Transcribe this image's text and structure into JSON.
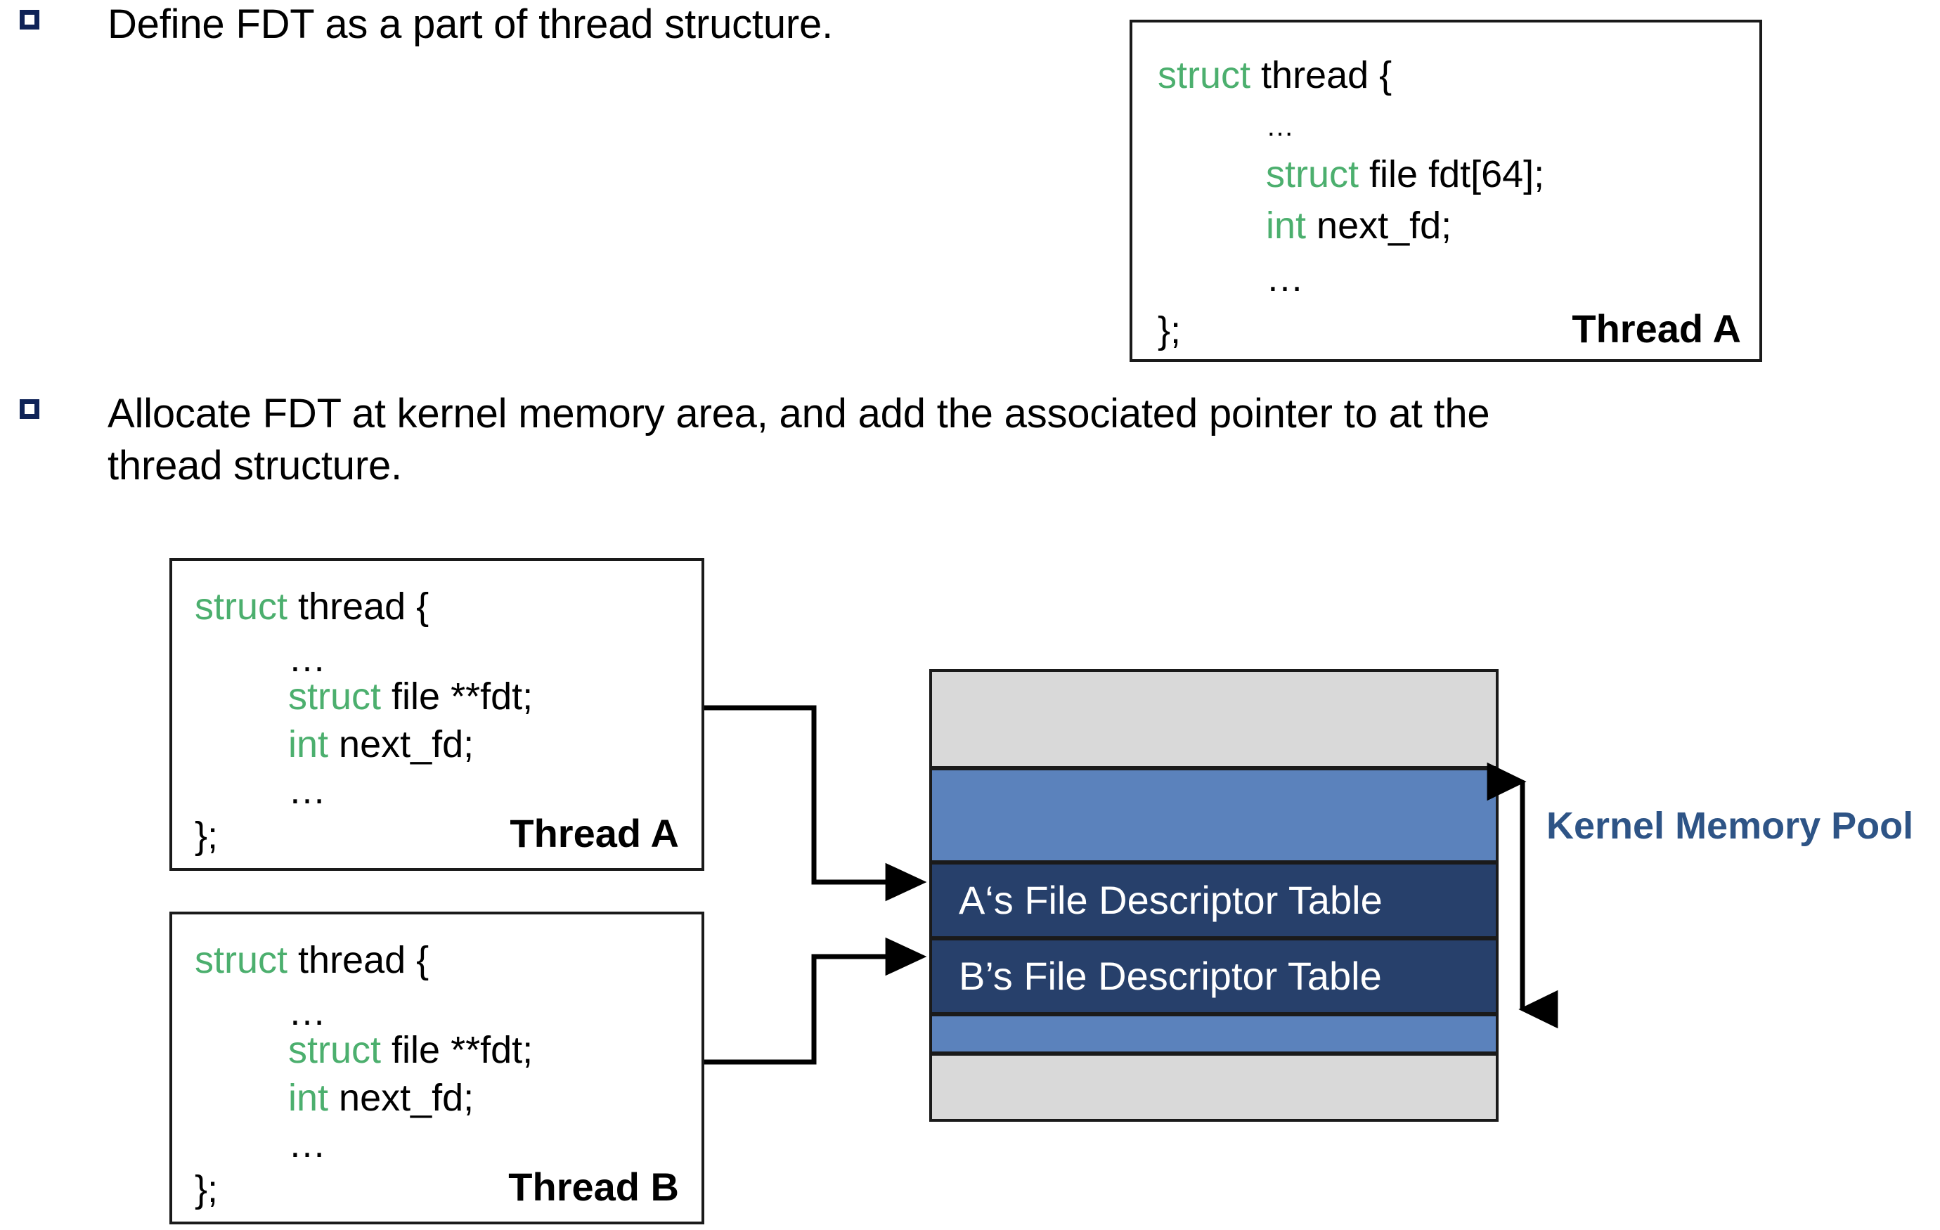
{
  "bullets": [
    {
      "text": "Define FDT as a part of thread structure."
    },
    {
      "text": "Allocate FDT at kernel memory area, and add the associated pointer to at the\nthread structure."
    }
  ],
  "code_boxes": [
    {
      "id": "thread-a-top",
      "label": "Thread A",
      "lines": [
        {
          "kw": "struct",
          "rest": " thread {"
        },
        {
          "kw": "",
          "rest": "…"
        },
        {
          "kw": "struct",
          "rest": " file fdt[64];"
        },
        {
          "kw": "int",
          "rest": " next_fd;"
        },
        {
          "kw": "",
          "rest": "…"
        },
        {
          "kw": "",
          "rest": "};"
        }
      ]
    },
    {
      "id": "thread-a-bottom",
      "label": "Thread A",
      "lines": [
        {
          "kw": "struct",
          "rest": " thread {"
        },
        {
          "kw": "",
          "rest": "…"
        },
        {
          "kw": "struct",
          "rest": " file **fdt;"
        },
        {
          "kw": "int",
          "rest": " next_fd;"
        },
        {
          "kw": "",
          "rest": "…"
        },
        {
          "kw": "",
          "rest": "};"
        }
      ]
    },
    {
      "id": "thread-b-bottom",
      "label": "Thread B",
      "lines": [
        {
          "kw": "struct",
          "rest": " thread {"
        },
        {
          "kw": "",
          "rest": "…"
        },
        {
          "kw": "struct",
          "rest": " file **fdt;"
        },
        {
          "kw": "int",
          "rest": " next_fd;"
        },
        {
          "kw": "",
          "rest": "…"
        },
        {
          "kw": "",
          "rest": "};"
        }
      ]
    }
  ],
  "memory_pool": {
    "title": "Kernel Memory Pool",
    "bands": [
      {
        "label": "",
        "fill": "#D9D9D9"
      },
      {
        "label": "",
        "fill": "#5B82BC"
      },
      {
        "label": "A‘s File Descriptor Table",
        "fill": "#27406B"
      },
      {
        "label": "B’s File Descriptor Table",
        "fill": "#27406B"
      },
      {
        "label": "",
        "fill": "#5B82BC"
      },
      {
        "label": "",
        "fill": "#D9D9D9"
      }
    ]
  },
  "colors": {
    "keyword_green": "#4CAF6E",
    "bullet_navy": "#0f2357",
    "pool_title_blue": "#2E5486",
    "band_gray": "#D9D9D9",
    "band_blue": "#5B82BC",
    "band_navy": "#27406B",
    "outline": "#1a1a1a"
  }
}
